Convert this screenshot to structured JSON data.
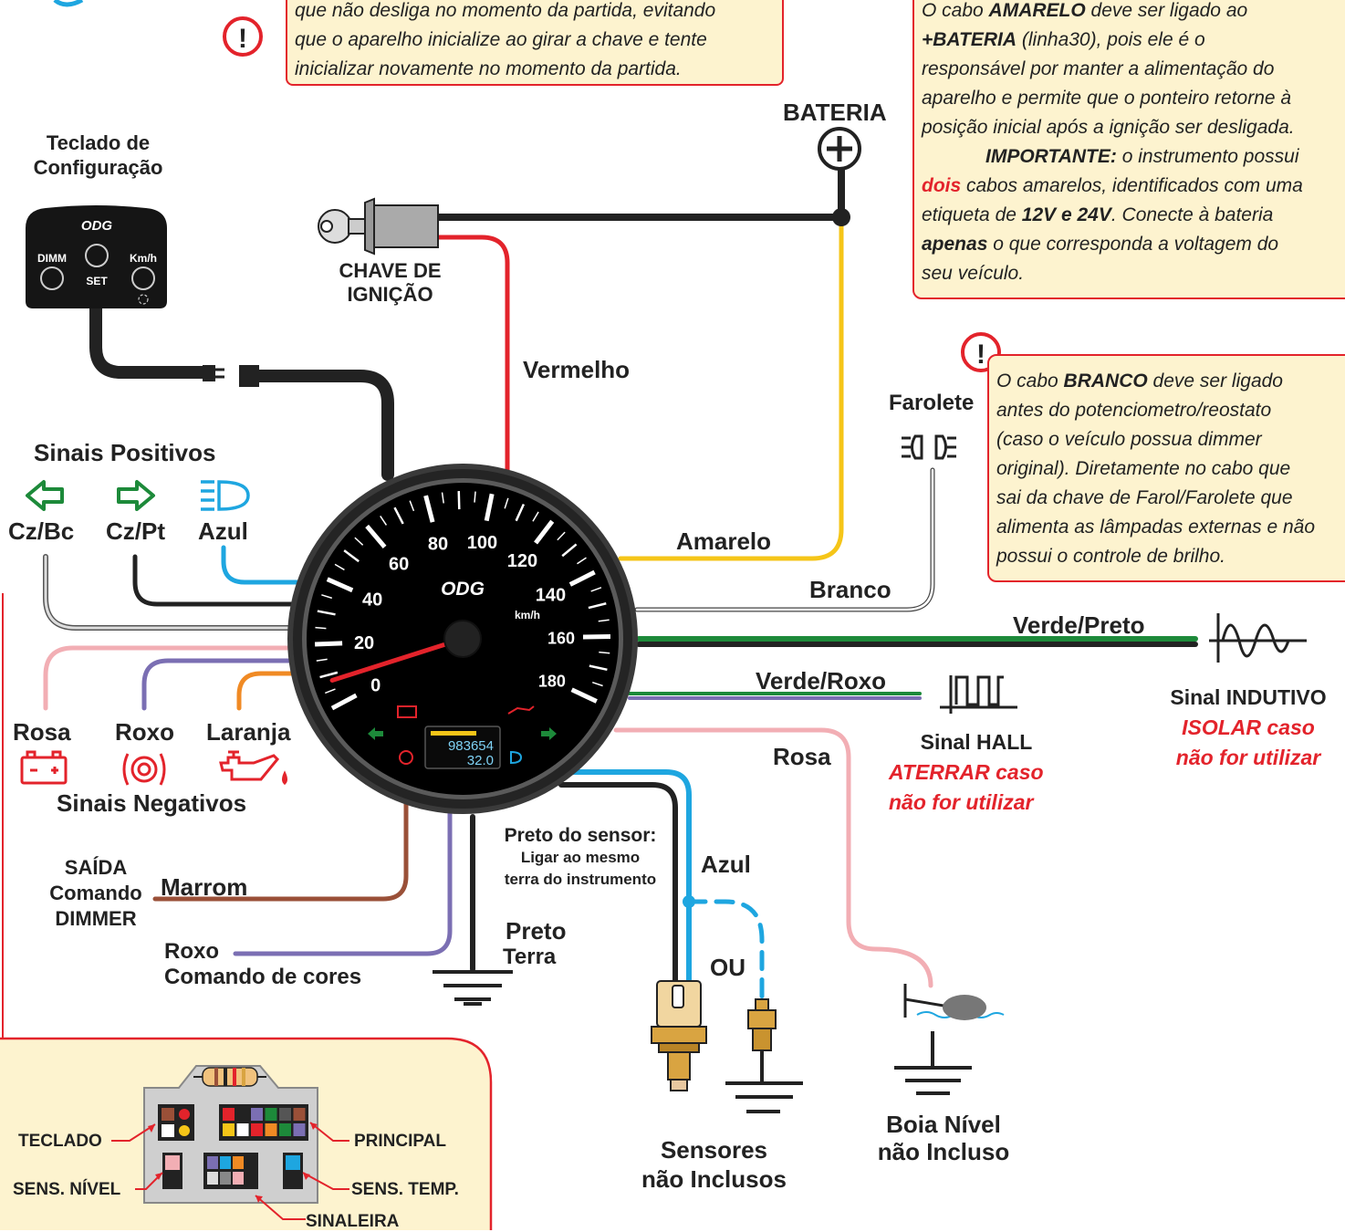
{
  "notes": {
    "top_center": {
      "line1": "que não desliga no momento da partida, evitando",
      "line2": "que o aparelho inicialize ao girar a chave e tente",
      "line3": "inicializar novamente no momento da partida."
    },
    "top_right": {
      "a1": "O cabo ",
      "a2": "AMARELO",
      "a3": " deve ser ligado ao",
      "b1": "+BATERIA",
      "b2": " (linha30), pois ele é o",
      "c": "responsável por manter a alimentação do",
      "d": "aparelho e permite que o ponteiro retorne à",
      "e": "posição inicial após a ignição ser desligada.",
      "f1": "IMPORTANTE:",
      "f2": " o instrumento possui",
      "g1": "dois",
      "g2": " cabos amarelos, identificados com uma",
      "h1": "etiqueta de ",
      "h2": "12V e 24V",
      "h3": ". Conecte à bateria",
      "i1": "apenas",
      "i2": " o que corresponda a voltagem do",
      "j": "seu veículo."
    },
    "white_cable": {
      "a1": "O cabo ",
      "a2": "BRANCO",
      "a3": " deve ser ligado",
      "b": "antes do potenciometro/reostato",
      "c": "(caso o veículo possua dimmer",
      "d": "original). Diretamente no cabo que",
      "e": "sai da chave de Farol/Farolete que",
      "f": "alimenta as lâmpadas externas e não",
      "g": "possui o controle de brilho."
    }
  },
  "keypad": {
    "title_line1": "Teclado de",
    "title_line2": "Configuração",
    "logo": "ODG",
    "dimm": "DIMM",
    "set": "SET",
    "kmh": "Km/h"
  },
  "battery": {
    "label": "BATERIA",
    "symbol": "+"
  },
  "ignition": {
    "line1": "CHAVE DE",
    "line2": "IGNIÇÃO"
  },
  "wires": {
    "vermelho": "Vermelho",
    "amarelo": "Amarelo",
    "branco": "Branco",
    "verde_preto": "Verde/Preto",
    "verde_roxo": "Verde/Roxo",
    "rosa_right": "Rosa",
    "azul_bottom": "Azul",
    "marrom": "Marrom",
    "roxo_bottom": "Roxo",
    "comando_cores": "Comando de cores",
    "preto": "Preto",
    "terra": "Terra",
    "ou": "OU"
  },
  "farolete": "Farolete",
  "positive_signals": {
    "title": "Sinais Positivos",
    "czbc": "Cz/Bc",
    "czpt": "Cz/Pt",
    "azul": "Azul"
  },
  "negative_signals": {
    "title": "Sinais Negativos",
    "rosa": "Rosa",
    "roxo": "Roxo",
    "laranja": "Laranja"
  },
  "dimmer_out": {
    "line1": "SAÍDA",
    "line2": "Comando",
    "line3": "DIMMER"
  },
  "sensor_black": {
    "line1": "Preto do sensor:",
    "line2": "Ligar ao mesmo",
    "line3": "terra do instrumento"
  },
  "gauge": {
    "logo": "ODG",
    "unit": "km/h",
    "ticks": [
      "0",
      "20",
      "40",
      "60",
      "80",
      "100",
      "120",
      "140",
      "160",
      "180"
    ],
    "odometer": "983654",
    "trip": "32.0",
    "needle_value_kmh": 8
  },
  "signals": {
    "hall": "Sinal HALL",
    "hall_note1": "ATERRAR caso",
    "hall_note2": "não for utilizar",
    "inductive": "Sinal INDUTIVO",
    "inductive_note1": "ISOLAR caso",
    "inductive_note2": "não for utilizar"
  },
  "sensors": {
    "line1": "Sensores",
    "line2": "não Inclusos"
  },
  "float": {
    "line1": "Boia Nível",
    "line2": "não Incluso"
  },
  "connector": {
    "teclado": "TECLADO",
    "principal": "PRINCIPAL",
    "sens_nivel": "SENS. NÍVEL",
    "sens_temp": "SENS. TEMP.",
    "sinaleira": "SINALEIRA"
  },
  "colors": {
    "red": "#e3232b",
    "yellow": "#f5c518",
    "green": "#1d8a3a",
    "blue": "#1ea6e0",
    "purple": "#7b6fb3",
    "pink": "#f2aeb4",
    "brown": "#9a5038",
    "orange": "#f08a24",
    "note_bg": "#fdf3cf"
  }
}
